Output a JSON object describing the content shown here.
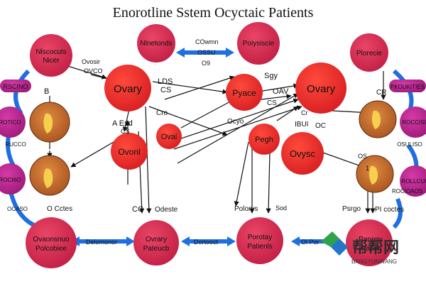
{
  "title": "Enorotline Sstem Ocyctaic Patients",
  "colors": {
    "red": "#e8282a",
    "crimson": "#d4294a",
    "magenta": "#b81f8c",
    "blue_arrow": "#1f6fe0",
    "orange_tissue": "#c8702e",
    "yellow_bubble": "#f6d04c",
    "watermark_green": "#2fa24a",
    "watermark_blue": "#2476c9"
  },
  "nodes": {
    "ovary_left": "Ovary",
    "ovary_right": "Ovary",
    "oval_left": "Ovonl",
    "oval_mid": "Ovai",
    "pyace": "Pyace",
    "pegh": "Pegh",
    "ovysc": "Ovysc",
    "ntk": "Nlnetonds",
    "polys": "Poiysiscie",
    "plorec": "Plorecie",
    "nlsc_l1": "Nlscocuts",
    "nlsc_l2": "Nicer",
    "ovar_l1": "Ovaonsnuo",
    "ovar_l2": "Polcobiee",
    "ovary_b_l1": "Ovrary",
    "ovary_b_l2": "Pateucb",
    "poroy_l1": "Porotay",
    "poroy_l2": "Patienls",
    "br_l1": "Panony",
    "br_l2": "Patler"
  },
  "side_pills": {
    "left_top": "RSCINO",
    "left_mid1": "ROTICO",
    "left_mid2": "RUCCO",
    "left_bot": "ROCI6O",
    "right_top": "PKOUKITIES",
    "right_mid1": "ROCCISO",
    "right_mid2": "OSULISO",
    "right_bot": "ROLLCUO"
  },
  "labels": {
    "cowmn": "COwmn",
    "ossu": "OSSU",
    "o9": "O9",
    "ovosir": "Ovosir",
    "ovco": "OVCO",
    "b": "B",
    "lds": "LDS",
    "cs": "CS",
    "a_esd": "A Esd",
    "cs_small": "CS",
    "cro": "Cro",
    "ocyo": "Ocyo",
    "oav": "OAV",
    "cs_mid": "CS",
    "sgy": "Sgy",
    "cr_left": "Cr",
    "lbui": "IBUI",
    "oc": "OC",
    "cr_right": "CR",
    "os": "OS",
    "ocrs_l": "O Cctes",
    "ocrs_l2": "OCASO",
    "cc": "CC",
    "odeste": "Odeste",
    "polorys": "Polorys",
    "sod": "Sod",
    "psrgo": "Psrgo",
    "pi_coctes": "PI coctes",
    "rocioaos": "ROCIOAOS",
    "delomonor": "Delomonor",
    "dortooct": "Dortooct",
    "ol_por": "Ol Por",
    "one": "1"
  },
  "watermark": {
    "cn": "帮帮网",
    "en": "BANGYUNWANG"
  }
}
